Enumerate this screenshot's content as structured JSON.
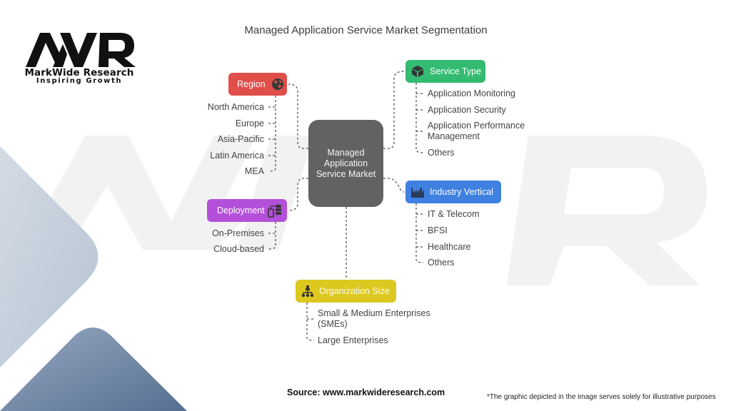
{
  "brand": {
    "logo_mark": "MWR",
    "name": "MarkWide Research",
    "tagline": "Inspiring Growth"
  },
  "title": "Managed Application Service Market Segmentation",
  "center": {
    "label": "Managed Application Service Market"
  },
  "segments": {
    "region": {
      "label": "Region",
      "icon": "globe-icon",
      "color": "#e04e4a",
      "items": [
        "North America",
        "Europe",
        "Asia-Pacific",
        "Latin America",
        "MEA"
      ]
    },
    "service_type": {
      "label": "Service Type",
      "icon": "box-icon",
      "color": "#34bb72",
      "items": [
        "Application Monitoring",
        "Application Security",
        "Application Performance Management",
        "Others"
      ]
    },
    "deployment": {
      "label": "Deployment",
      "icon": "server-phone-icon",
      "color": "#b34fd8",
      "items": [
        "On-Premises",
        "Cloud-based"
      ]
    },
    "industry_vertical": {
      "label": "Industry Vertical",
      "icon": "factory-icon",
      "color": "#3f80e0",
      "items": [
        "IT & Telecom",
        "BFSI",
        "Healthcare",
        "Others"
      ]
    },
    "organization_size": {
      "label": "Organization Size",
      "icon": "org-chart-icon",
      "color": "#dcc81f",
      "items": [
        "Small & Medium Enterprises (SMEs)",
        "Large Enterprises"
      ]
    }
  },
  "footer": {
    "source": "Source: www.markwideresearch.com",
    "disclaimer": "*The graphic depicted in the image serves solely for illustrative purposes"
  }
}
